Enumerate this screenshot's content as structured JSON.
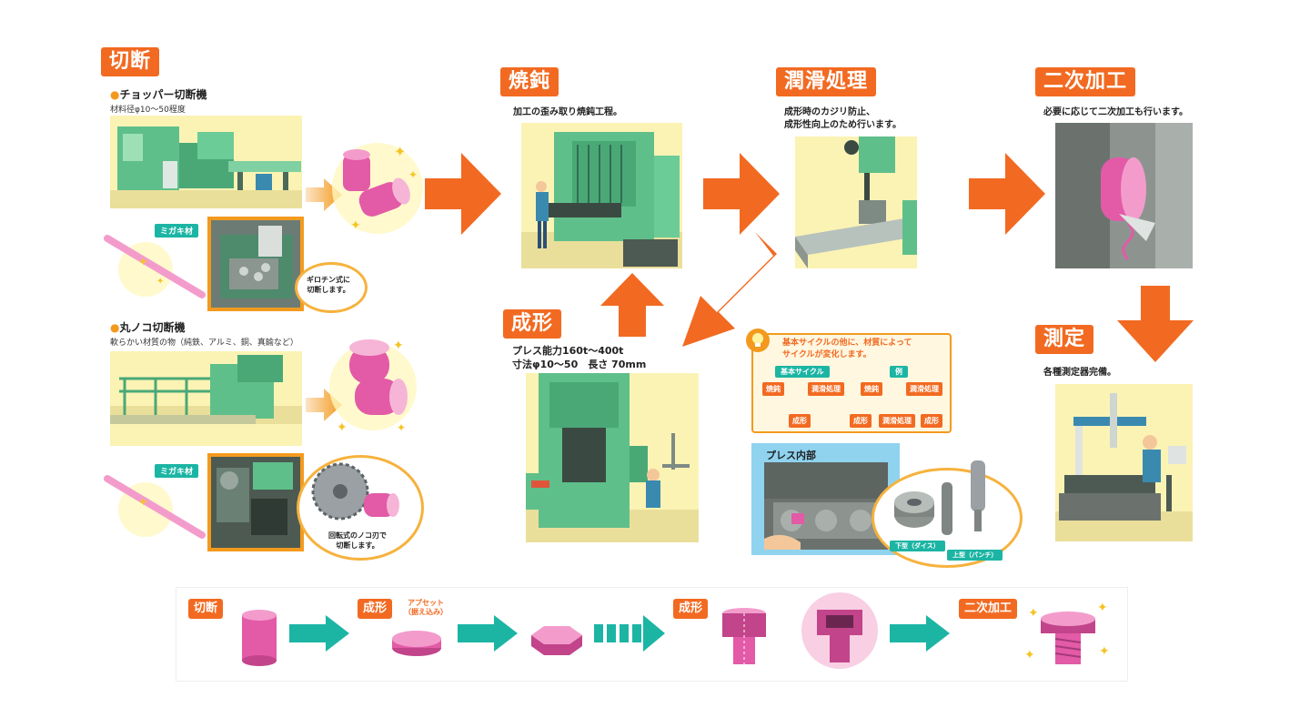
{
  "sections": {
    "cutting": {
      "title": "切断"
    },
    "annealing": {
      "title": "焼鈍",
      "desc": "加工の歪み取り焼鈍工程。"
    },
    "lubrication": {
      "title": "潤滑処理",
      "desc1": "成形時のカジリ防止、",
      "desc2": "成形性向上のため行います。"
    },
    "secondary": {
      "title": "二次加工",
      "desc": "必要に応じて二次加工も行います。"
    },
    "forming": {
      "title": "成形",
      "line1": "プレス能力160t～400t",
      "line2": "寸法φ10～50　長さ 70mm"
    },
    "measurement": {
      "title": "測定",
      "desc": "各種測定器完備。"
    }
  },
  "chopper": {
    "title": "チョッパー切断機",
    "desc": "材料径φ10～50程度",
    "material": "ミガキ材",
    "bubble": "ギロチン式に\n切断します。"
  },
  "saw": {
    "title": "丸ノコ切断機",
    "desc": "軟らかい材質の物（純鉄、アルミ、銅、真鍮など）",
    "material": "ミガキ材",
    "bubble": "回転式のノコ刃で\n切断します。"
  },
  "cycle": {
    "text1": "基本サイクルの他に、材質によって",
    "text2": "サイクルが変化します。",
    "point_label": "ポイント",
    "basic_header": "基本サイクル",
    "example_header": "例",
    "basic": [
      "焼鈍",
      "潤滑処理",
      "成形"
    ],
    "example": [
      "焼鈍",
      "潤滑処理",
      "成形",
      "潤滑処理",
      "成形"
    ]
  },
  "press_inside": {
    "title": "プレス内部",
    "lower_die": "下型（ダイス）",
    "upper_die": "上型（パンチ）"
  },
  "bottom_flow": {
    "cut": "切断",
    "form1": "成形",
    "upset": "アプセット\n（据え込み）",
    "form2": "成形",
    "secondary": "二次加工"
  },
  "colors": {
    "accent": "#f26a21",
    "teal": "#1cb5a4",
    "machine_green": "#5fbf8a",
    "scene_bg": "#fbf3b4",
    "part_pink": "#e35aa7"
  }
}
